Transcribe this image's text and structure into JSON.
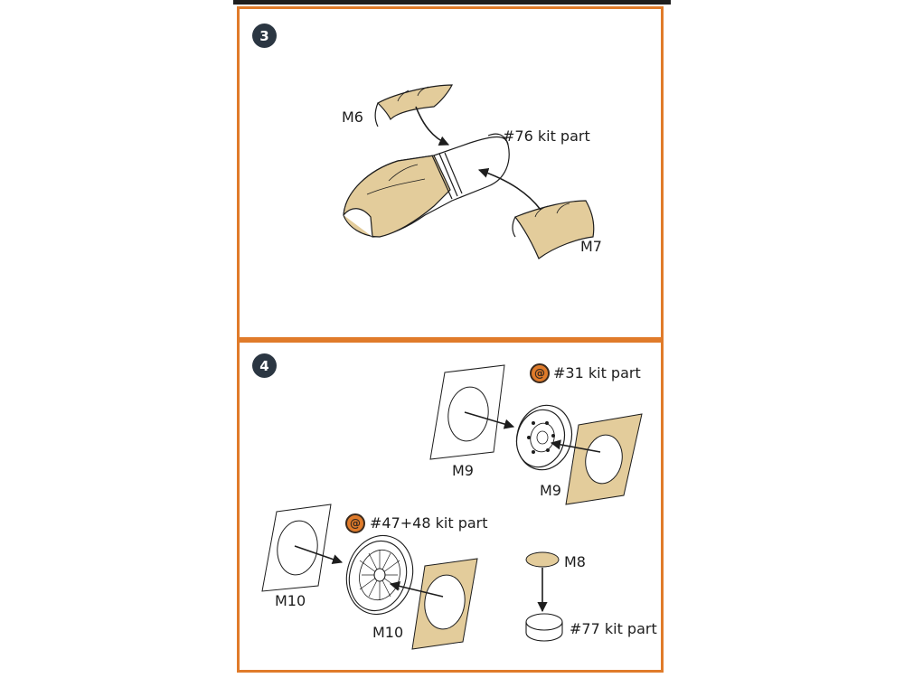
{
  "colors": {
    "frame": "#e07b2a",
    "badge": "#2b3642",
    "mask": "#e3cc9b",
    "line": "#1d1d1d"
  },
  "step3": {
    "number": "3",
    "labels": {
      "m6": "M6",
      "kit76": "#76 kit part",
      "m7": "M7"
    }
  },
  "step4": {
    "number": "4",
    "labels": {
      "kit31": "#31 kit part",
      "m9_left": "M9",
      "m9_right": "M9",
      "kit4748": "#47+48 kit part",
      "m10_left": "M10",
      "m10_right": "M10",
      "m8": "M8",
      "kit77": "#77 kit part"
    },
    "icons": [
      "attention-icon",
      "attention-icon"
    ]
  }
}
